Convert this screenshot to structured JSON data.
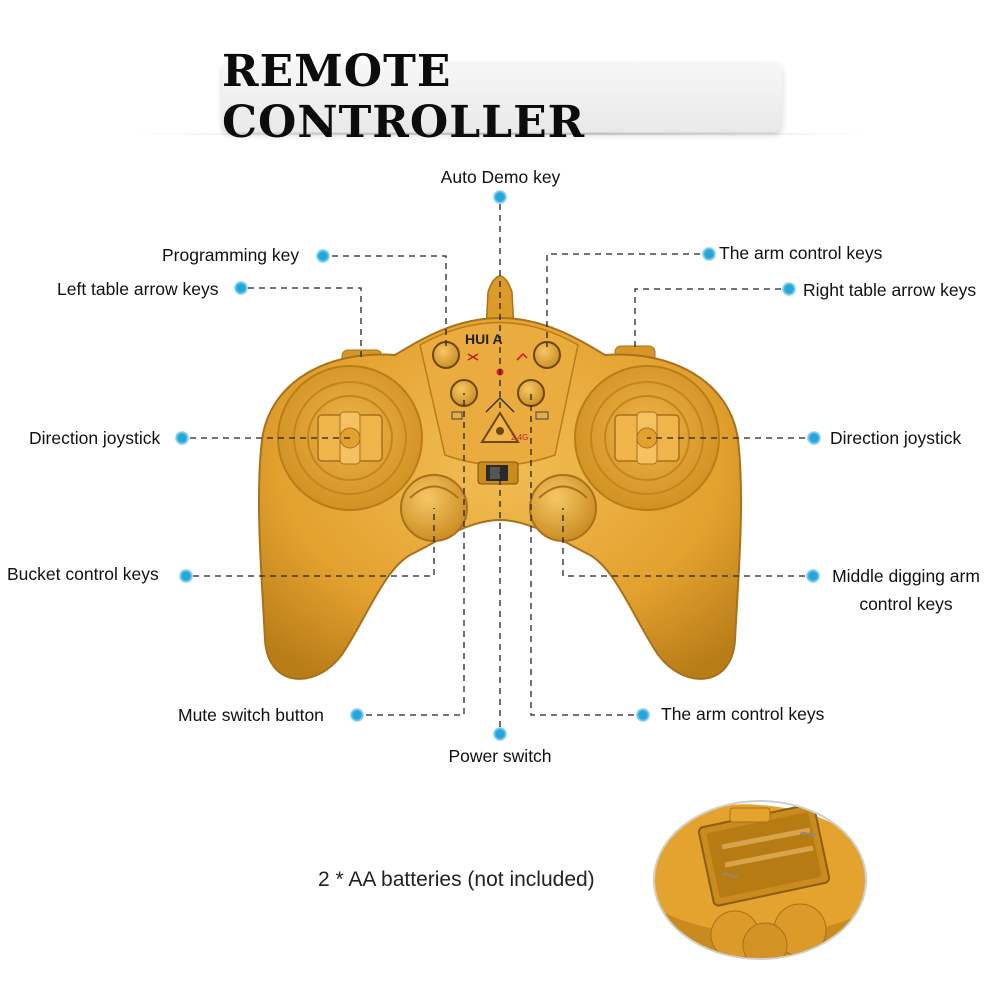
{
  "title": "REMOTE CONTROLLER",
  "brand": "HUI A",
  "freq": "2.4G",
  "labels": {
    "auto_demo": "Auto Demo key",
    "programming": "Programming key",
    "left_arrow": "Left table arrow keys",
    "arm_top": "The arm control keys",
    "right_arrow": "Right table arrow keys",
    "dir_left": "Direction joystick",
    "dir_right": "Direction joystick",
    "bucket": "Bucket control keys",
    "middle_line1": "Middle digging arm",
    "middle_line2": "control keys",
    "mute": "Mute switch button",
    "arm_bottom": "The arm control keys",
    "power": "Power switch"
  },
  "battery_note": "2 * AA batteries (not included)",
  "colors": {
    "body": "#e6a32f",
    "body_dark": "#b97d18",
    "body_light": "#f3bf58",
    "dot": "#23a6da",
    "dot_ring": "#bfe6f6",
    "line": "#222222"
  }
}
